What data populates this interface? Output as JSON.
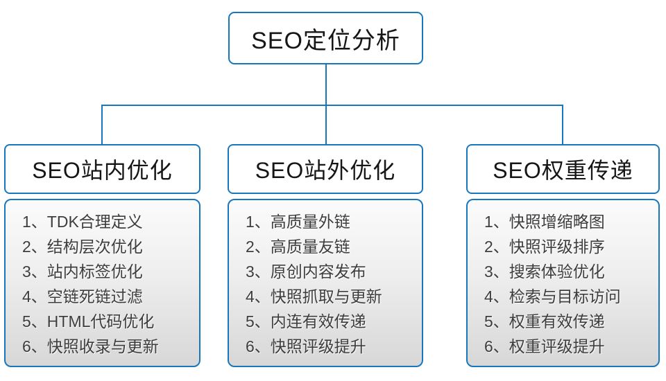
{
  "diagram": {
    "root_title": "SEO定位分析",
    "branches": [
      {
        "title": "SEO站内优化",
        "items": [
          "1、TDK合理定义",
          "2、结构层次优化",
          "3、站内标签优化",
          "4、空链死链过滤",
          "5、HTML代码优化",
          "6、快照收录与更新"
        ]
      },
      {
        "title": "SEO站外优化",
        "items": [
          "1、高质量外链",
          "2、高质量友链",
          "3、原创内容发布",
          "4、快照抓取与更新",
          "5、内连有效传递",
          "6、快照评级提升"
        ]
      },
      {
        "title": "SEO权重传递",
        "items": [
          "1、快照增缩略图",
          "2、快照评级排序",
          "3、搜索体验优化",
          "4、检索与目标访问",
          "5、权重有效传递",
          "6、权重评级提升"
        ]
      }
    ],
    "colors": {
      "connector_blue": "#1777be",
      "node_border_blue": "#1777be",
      "header_text": "#161616",
      "item_text": "#3d3d3d",
      "list_gradient_top": "#fbfbfb",
      "list_gradient_bottom": "#d7d7d7"
    }
  }
}
